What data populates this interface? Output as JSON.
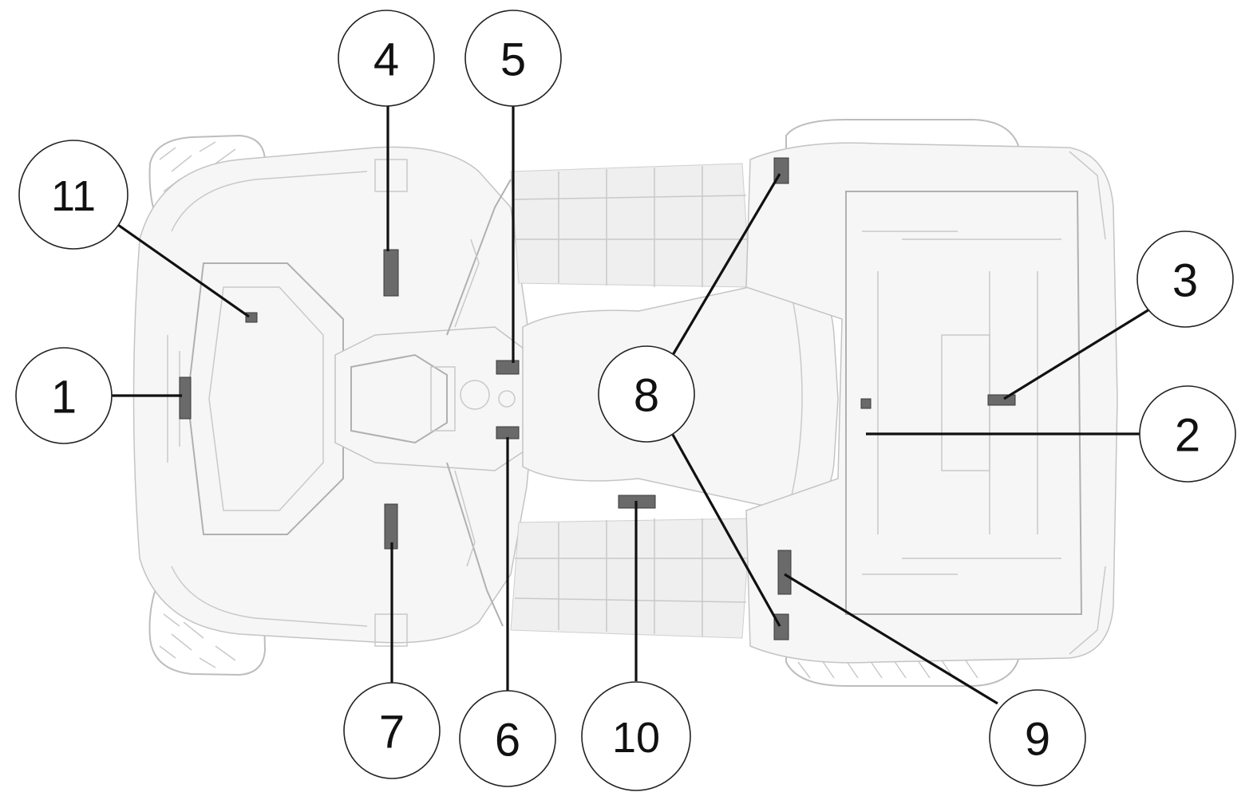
{
  "callouts": [
    {
      "id": "1",
      "label": "1"
    },
    {
      "id": "2",
      "label": "2"
    },
    {
      "id": "3",
      "label": "3"
    },
    {
      "id": "4",
      "label": "4"
    },
    {
      "id": "5",
      "label": "5"
    },
    {
      "id": "6",
      "label": "6"
    },
    {
      "id": "7",
      "label": "7"
    },
    {
      "id": "8",
      "label": "8"
    },
    {
      "id": "9",
      "label": "9"
    },
    {
      "id": "10",
      "label": "10"
    },
    {
      "id": "11",
      "label": "11"
    }
  ],
  "colors": {
    "outline": "#222222",
    "label_mark": "#6a6a6a",
    "vehicle_line": "#c9c9c9"
  }
}
